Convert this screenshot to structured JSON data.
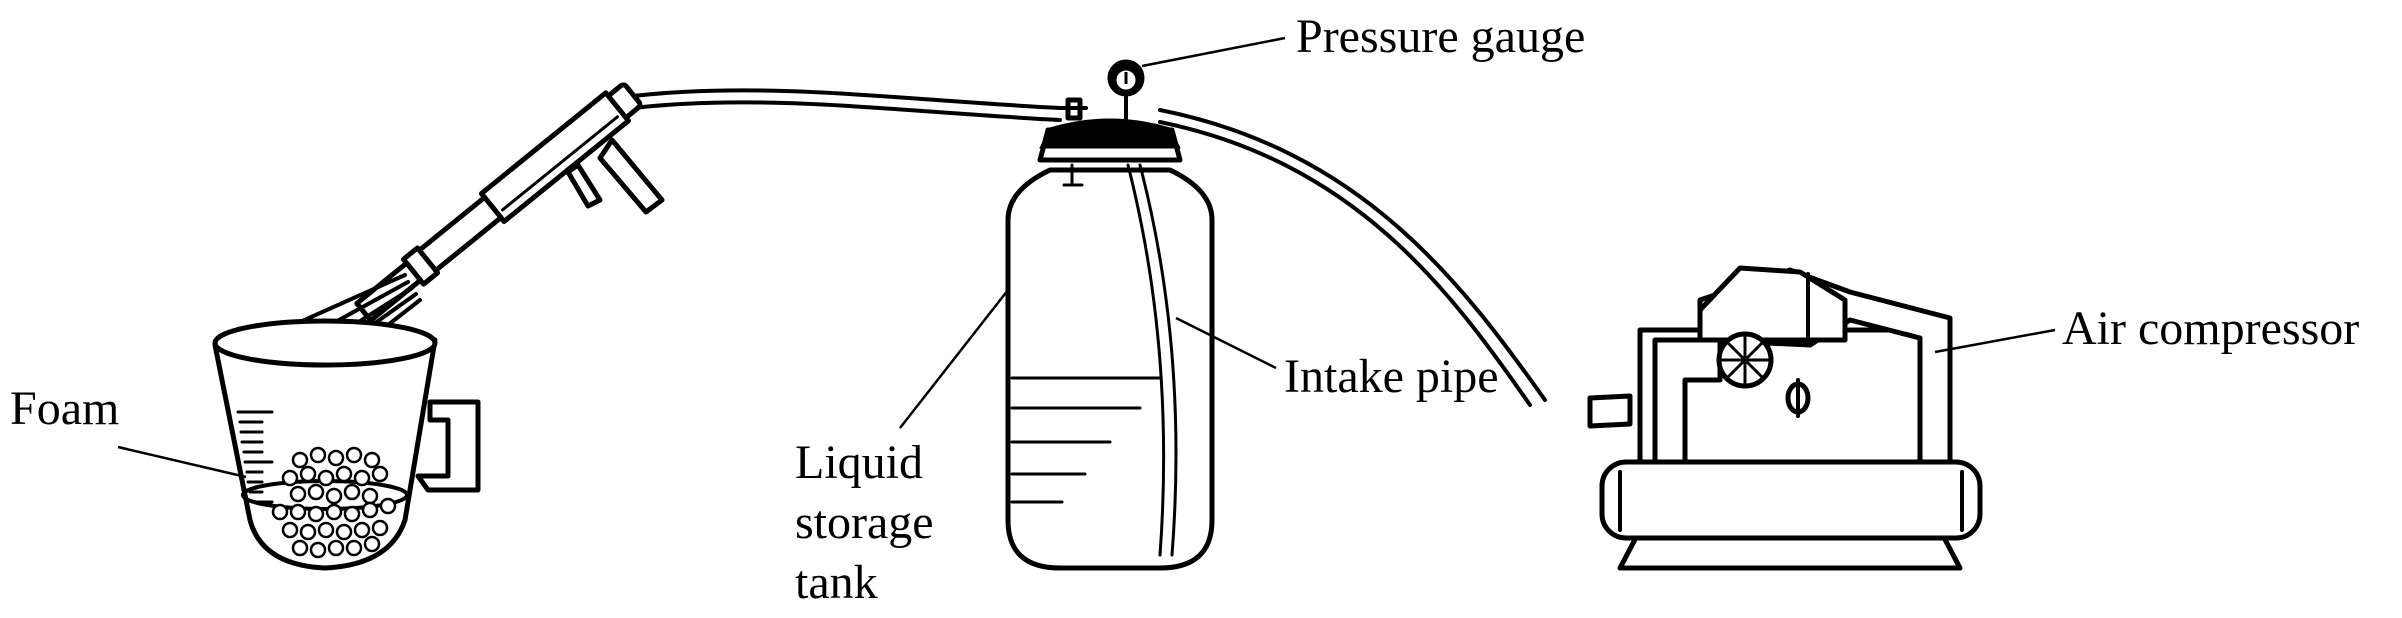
{
  "labels": {
    "pressure_gauge": "Pressure gauge",
    "air_compressor": "Air compressor",
    "intake_pipe": "Intake pipe",
    "foam": "Foam",
    "liquid_storage_tank_line1": "Liquid",
    "liquid_storage_tank_line2": "storage",
    "liquid_storage_tank_line3": "tank"
  },
  "icons": [
    "spray-gun-icon",
    "beaker-icon",
    "liquid-tank-icon",
    "pressure-gauge-icon",
    "air-compressor-icon",
    "hose-icon"
  ],
  "colors": {
    "line": "#000000",
    "background": "#ffffff"
  }
}
